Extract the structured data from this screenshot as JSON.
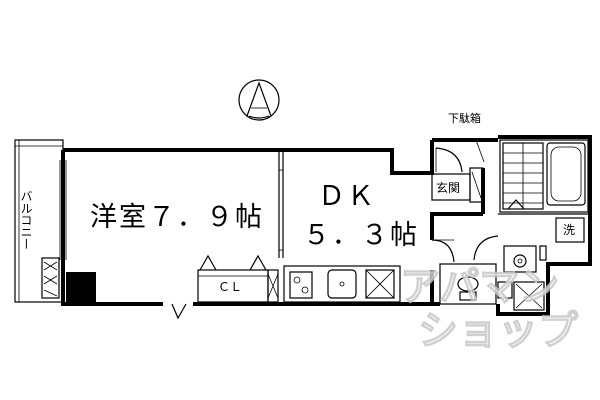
{
  "rooms": {
    "western_room": "洋室７．９帖",
    "dk_name": "ＤＫ",
    "dk_size": "５．３帖",
    "balcony": "バルコニー",
    "closet": "ＣＬ",
    "entrance": "玄関",
    "shoe_box": "下駄箱",
    "laundry": "洗"
  },
  "watermark": {
    "line1": "アパマン",
    "line2": "ショップ"
  },
  "compass": {
    "label": "A",
    "direction": "north"
  }
}
